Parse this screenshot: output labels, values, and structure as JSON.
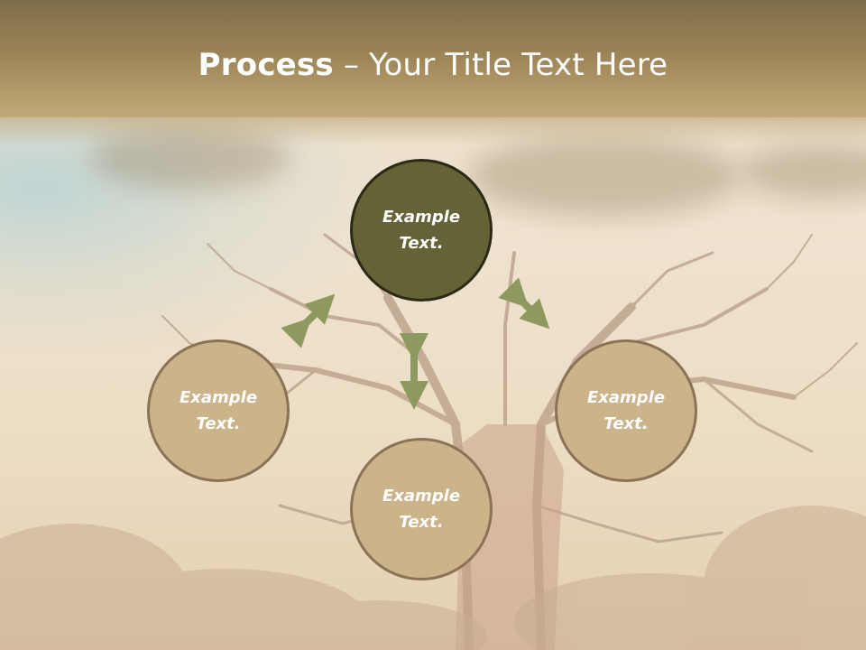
{
  "slide": {
    "title_bold": "Process",
    "title_separator": " – ",
    "title_rest": "Your Title Text Here"
  },
  "diagram": {
    "nodes": [
      {
        "id": "top",
        "text": "Example Text."
      },
      {
        "id": "left",
        "text": "Example Text."
      },
      {
        "id": "right",
        "text": "Example Text."
      },
      {
        "id": "bottom",
        "text": "Example Text."
      }
    ],
    "colors": {
      "top_node_fill": "#646236",
      "node_fill": "#cbb38a",
      "arrow": "#8e9960",
      "header_band": "#9a8356"
    }
  }
}
